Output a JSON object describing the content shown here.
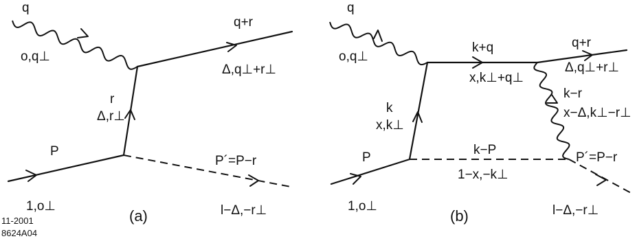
{
  "diagram_a": {
    "caption": "(a)",
    "photon_top": "q",
    "photon_bottom": "o,q⊥",
    "outgoing_top": "q+r",
    "outgoing_bottom": "Δ,q⊥+r⊥",
    "exchange_top": "r",
    "exchange_bottom": "Δ,r⊥",
    "incoming_top": "P",
    "incoming_bottom": "1,o⊥",
    "spectator_top": "P´=P−r",
    "spectator_bottom": "l−Δ,−r⊥"
  },
  "diagram_b": {
    "caption": "(b)",
    "photon_top": "q",
    "photon_bottom": "o,q⊥",
    "quark_top": "k+q",
    "quark_bottom": "x,k⊥+q⊥",
    "outgoing_top": "q+r",
    "outgoing_bottom": "Δ,q⊥+r⊥",
    "gluon_top": "k−r",
    "gluon_bottom": "x−Δ,k⊥−r⊥",
    "left_top": "k",
    "left_bottom": "x,k⊥",
    "incoming_top": "P",
    "incoming_bottom": "1,o⊥",
    "spectator_top": "k−P",
    "spectator_bottom": "1−x,−k⊥",
    "final_top": "P´=P−r",
    "final_bottom": "l−Δ,−r⊥"
  },
  "footer": {
    "date": "11-2001",
    "code": "8624A04"
  }
}
